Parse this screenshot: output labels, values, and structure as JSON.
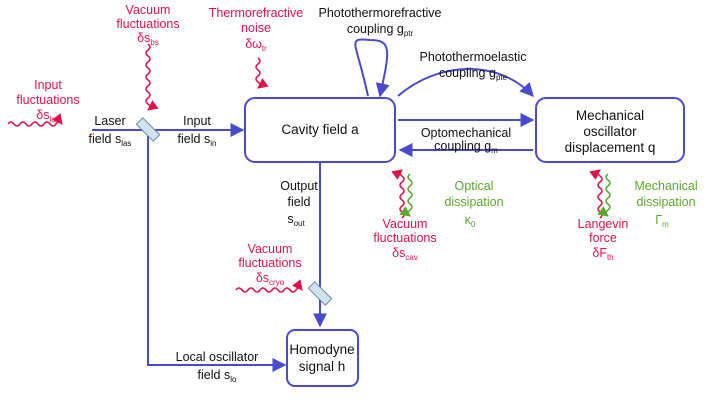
{
  "colors": {
    "line": "#4a4acc",
    "noise": "#e0124a",
    "dissipation": "#5aaa2a",
    "mirror_fill": "#cfe3ee",
    "text": "#111111"
  },
  "boxes": {
    "cavity": "Cavity field a",
    "mechanical": [
      "Mechanical",
      "oscillator",
      "displacement q"
    ],
    "homodyne": [
      "Homodyne",
      "signal h"
    ]
  },
  "labels": {
    "input_fluct": {
      "l1": "Input",
      "l2": "fluctuations",
      "sym": "δs",
      "sub": "las"
    },
    "vac_bs": {
      "l1": "Vacuum",
      "l2": "fluctuations",
      "sym": "δs",
      "sub": "bs"
    },
    "thermo": {
      "l1": "Thermorefractive",
      "l2": "noise",
      "sym": "δω",
      "sub": "tr"
    },
    "ptr": {
      "l1": "Photothermorefractive",
      "l2": "coupling g",
      "sub": "ptr"
    },
    "pte": {
      "l1": "Photothermoelastic",
      "l2": "coupling g",
      "sub": "pte"
    },
    "laser": {
      "l1": "Laser",
      "l2": "field s",
      "sub": "las"
    },
    "input_field": {
      "l1": "Input",
      "l2": "field s",
      "sub": "in"
    },
    "optomech": {
      "l1": "Optomechanical",
      "l2": "coupling g",
      "sub": "m"
    },
    "output": {
      "l1": "Output",
      "l2": "field",
      "l3": "s",
      "sub": "out"
    },
    "opt_diss": {
      "l1": "Optical",
      "l2": "dissipation",
      "sym": "κ",
      "sub": "0"
    },
    "mech_diss": {
      "l1": "Mechanical",
      "l2": "dissipation",
      "sym": "Γ",
      "sub": "m"
    },
    "vac_cav": {
      "l1": "Vacuum",
      "l2": "fluctuations",
      "sym": "δs",
      "sub": "cav"
    },
    "langevin": {
      "l1": "Langevin",
      "l2": "force",
      "sym": "δF",
      "sub": "th"
    },
    "vac_cryo": {
      "l1": "Vacuum",
      "l2": "fluctuations",
      "sym": "δs",
      "sub": "cryo"
    },
    "local_osc": {
      "l1": "Local oscillator",
      "l2": "field s",
      "sub": "lo"
    }
  }
}
